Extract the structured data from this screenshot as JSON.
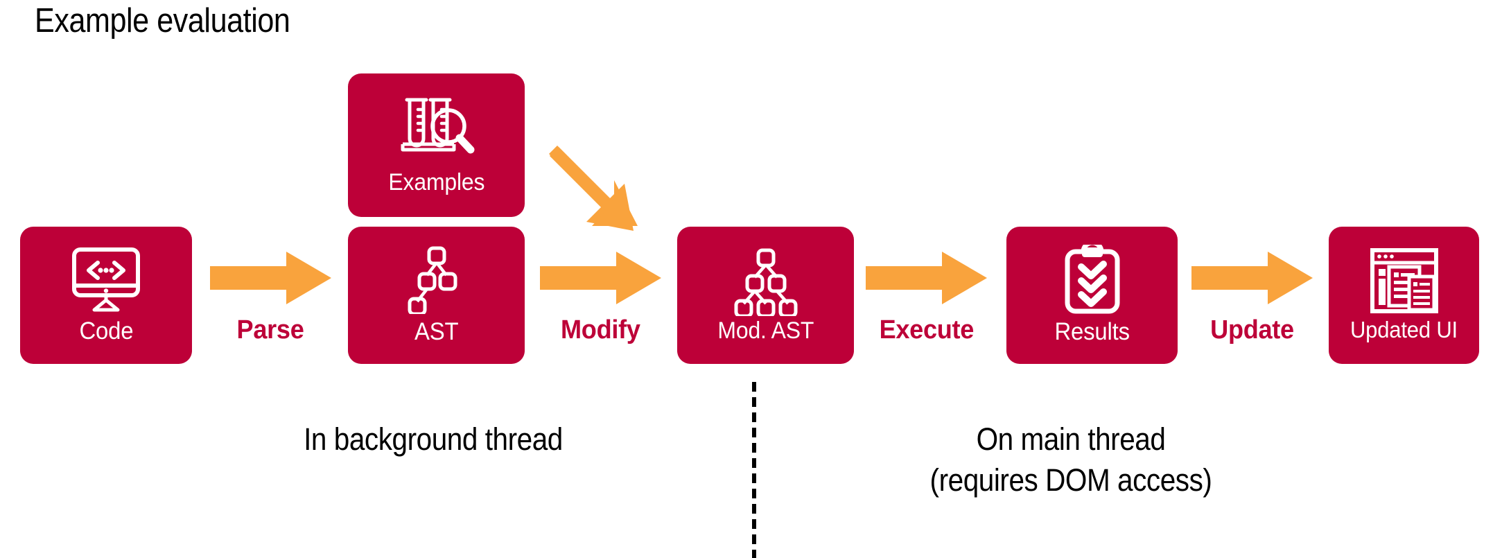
{
  "title": "Example evaluation",
  "colors": {
    "brand_crimson": "#bd0038",
    "arrow_orange": "#f9a33d",
    "box_text": "#ffffff",
    "caption_text": "#000000",
    "background": "#ffffff"
  },
  "nodes": [
    {
      "id": "code",
      "label": "Code",
      "icon": "monitor-code-icon"
    },
    {
      "id": "examples",
      "label": "Examples",
      "icon": "test-tubes-magnifier-icon"
    },
    {
      "id": "ast",
      "label": "AST",
      "icon": "tree-nodes-icon"
    },
    {
      "id": "modast",
      "label": "Mod. AST",
      "icon": "tree-nodes-expanded-icon"
    },
    {
      "id": "results",
      "label": "Results",
      "icon": "clipboard-checks-icon"
    },
    {
      "id": "ui",
      "label": "Updated UI",
      "icon": "browser-window-icon"
    }
  ],
  "arrows": [
    {
      "id": "parse",
      "label": "Parse",
      "from": "code",
      "to": "ast",
      "direction": "right"
    },
    {
      "id": "modify",
      "label": "Modify",
      "from": "ast",
      "to": "modast",
      "direction": "right"
    },
    {
      "id": "execute",
      "label": "Execute",
      "from": "modast",
      "to": "results",
      "direction": "right"
    },
    {
      "id": "update",
      "label": "Update",
      "from": "results",
      "to": "ui",
      "direction": "right"
    },
    {
      "id": "inject",
      "label": "",
      "from": "examples",
      "to": "modast",
      "direction": "down-right"
    }
  ],
  "captions": {
    "background_thread": "In background thread",
    "main_thread": "On main thread\n(requires DOM access)"
  },
  "divider": {
    "name": "thread-boundary",
    "style": "dotted-vertical"
  }
}
